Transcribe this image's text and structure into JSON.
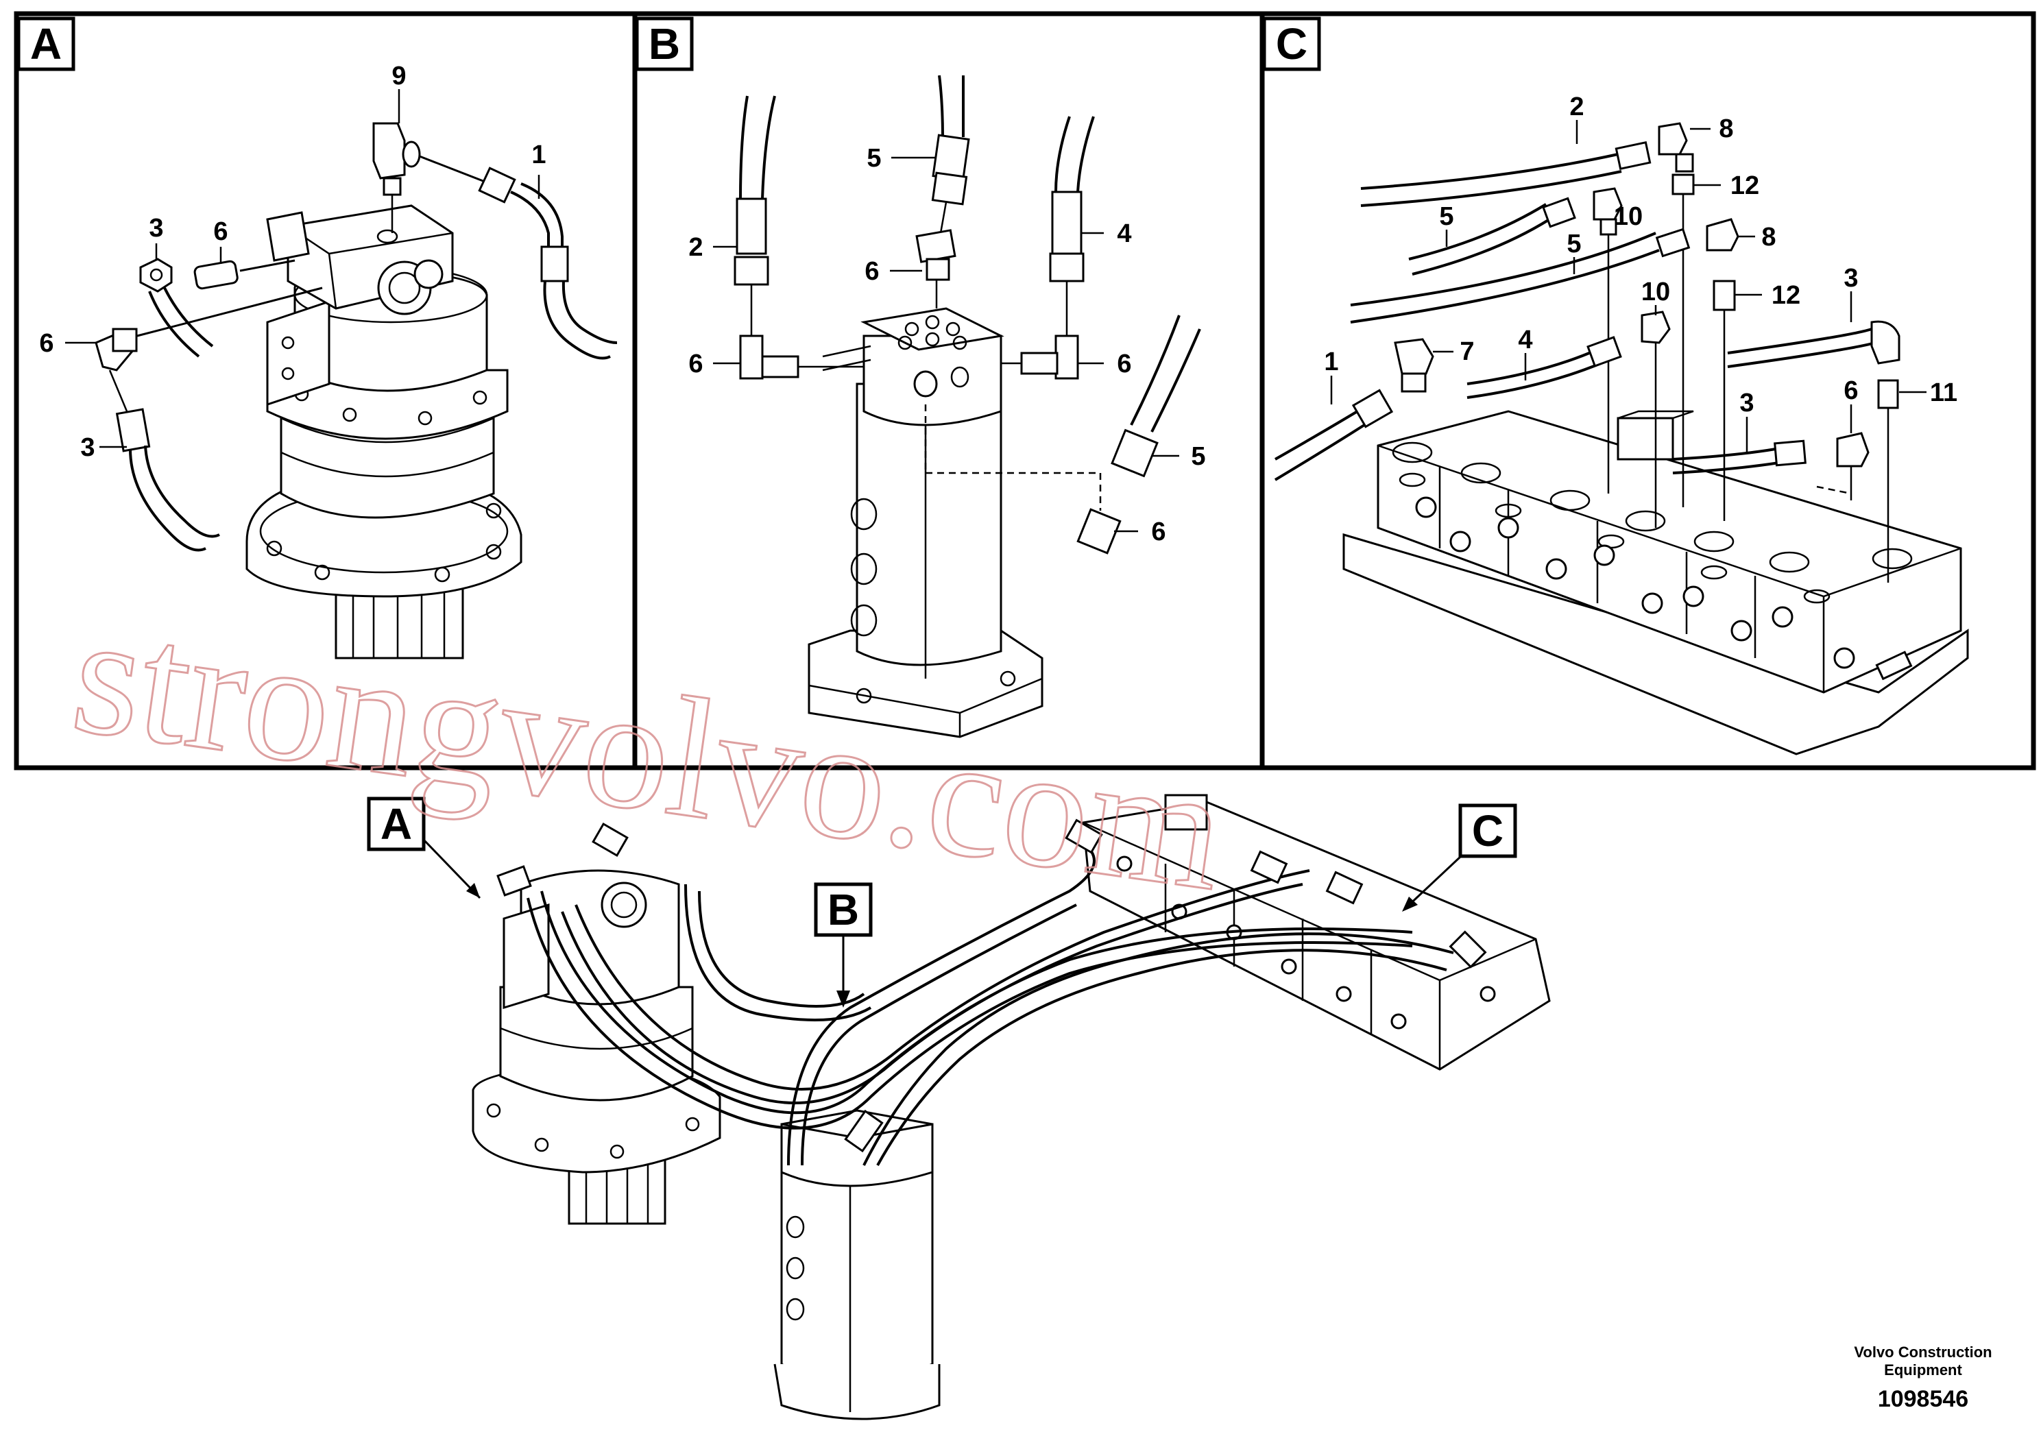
{
  "panels": {
    "a": {
      "tag": "A",
      "callouts": [
        "9",
        "1",
        "3",
        "6",
        "6",
        "3"
      ]
    },
    "b": {
      "tag": "B",
      "callouts": [
        "5",
        "2",
        "4",
        "6",
        "6",
        "6",
        "5",
        "6"
      ]
    },
    "c": {
      "tag": "C",
      "callouts": [
        "2",
        "8",
        "12",
        "5",
        "10",
        "5",
        "8",
        "12",
        "10",
        "3",
        "4",
        "1",
        "7",
        "3",
        "6",
        "11"
      ]
    }
  },
  "overview": {
    "tag_a": "A",
    "tag_b": "B",
    "tag_c": "C"
  },
  "watermark": "strongvolvo.com",
  "footer": {
    "company_line1": "Volvo Construction",
    "company_line2": "Equipment",
    "doc_number": "1098546"
  }
}
